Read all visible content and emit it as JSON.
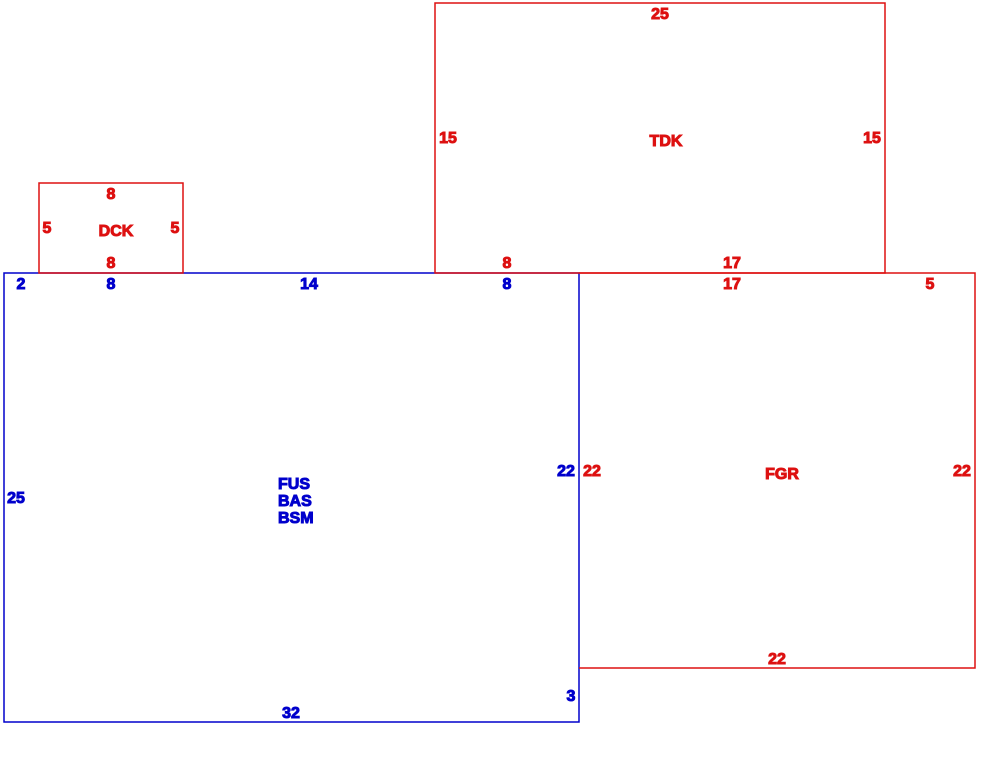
{
  "colors": {
    "main": "#0000cc",
    "addition": "#dd1111"
  },
  "areas": {
    "main": {
      "name_lines": [
        "FUS",
        "BAS",
        "BSM"
      ],
      "dims": {
        "top_left": "2",
        "top_a": "8",
        "top_b": "14",
        "top_c": "8",
        "left": "25",
        "right": "22",
        "bottom": "32",
        "corner": "3"
      }
    },
    "dck": {
      "name": "DCK",
      "dims": {
        "top": "8",
        "bottom": "8",
        "left": "5",
        "right": "5"
      }
    },
    "tdk": {
      "name": "TDK",
      "dims": {
        "top": "25",
        "left": "15",
        "right": "15",
        "bottom_left": "8",
        "bottom_right": "17"
      }
    },
    "fgr": {
      "name": "FGR",
      "dims": {
        "top_a": "17",
        "top_b": "5",
        "left": "22",
        "right": "22",
        "bottom": "22"
      }
    }
  }
}
